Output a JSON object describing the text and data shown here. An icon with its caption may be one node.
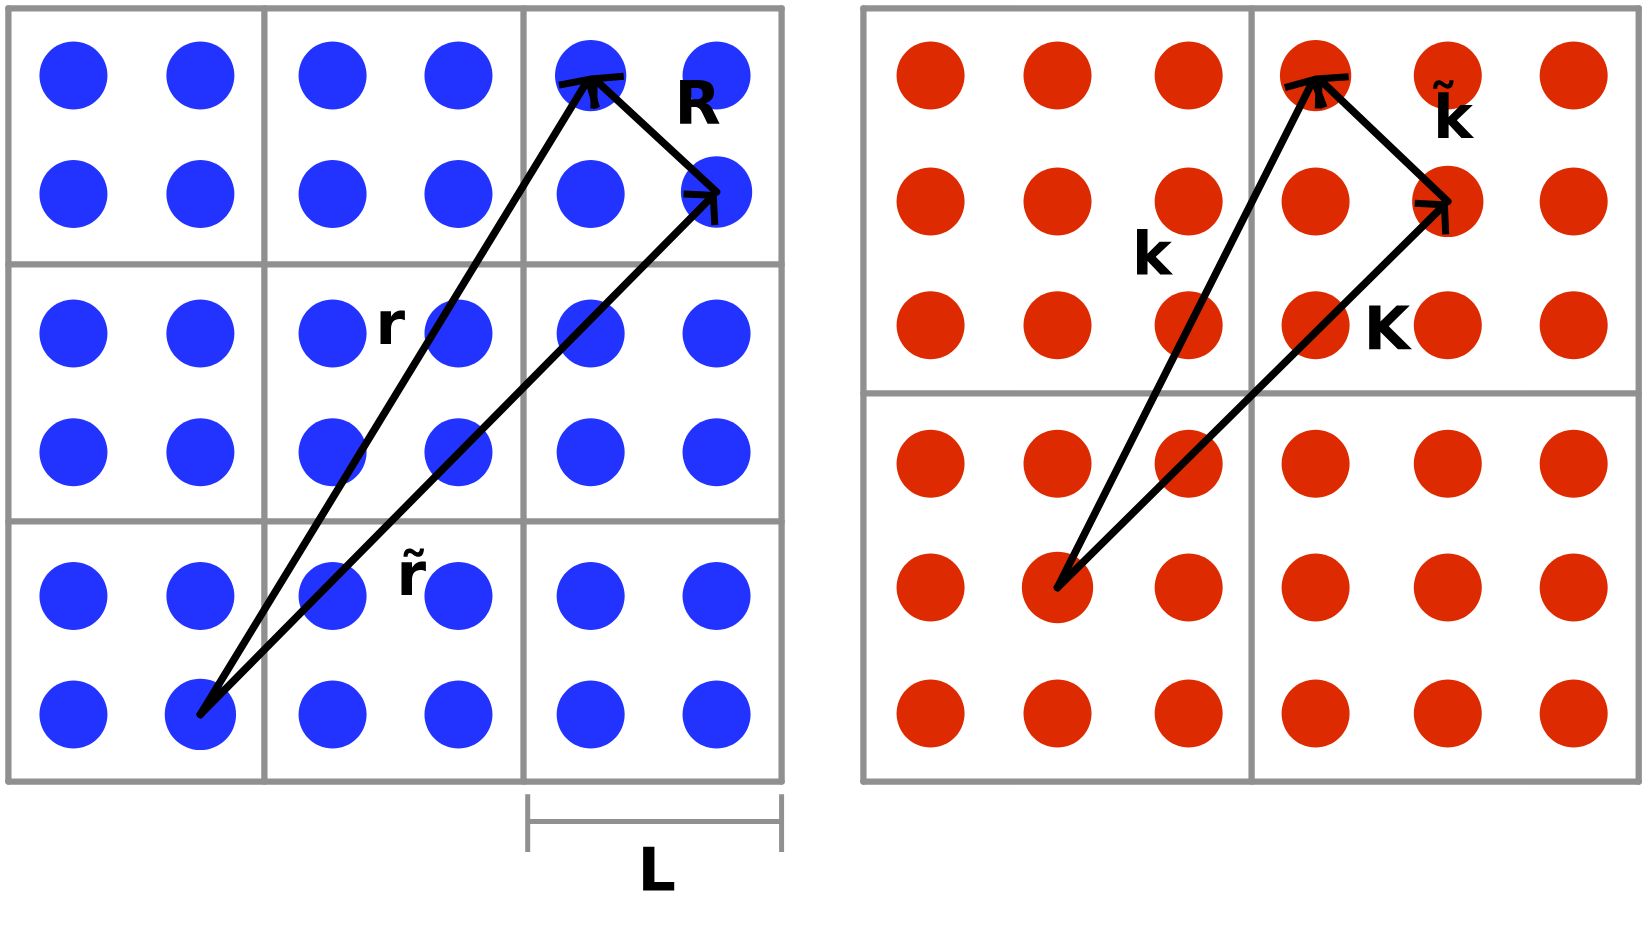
{
  "diagram": {
    "nodes": [
      {
        "text": [],
        "shape": "circle"
      },
      {
        "text": [],
        "shape": "circle"
      },
      {
        "text": [],
        "shape": "circle"
      },
      {
        "text": [],
        "shape": "circle"
      },
      {
        "text": [],
        "shape": "circle"
      },
      {
        "text": [],
        "shape": "circle"
      }
    ],
    "edges": [
      {
        "from": 0,
        "to": 1,
        "arrow": "to",
        "label": "r"
      },
      {
        "from": 0,
        "to": 2,
        "arrow": "to",
        "label": "r̃"
      },
      {
        "from": 2,
        "to": 1,
        "arrow": "to",
        "label": "R"
      },
      {
        "from": 3,
        "to": 4,
        "arrow": "to",
        "label": "k"
      },
      {
        "from": 3,
        "to": 5,
        "arrow": "to",
        "label": "K"
      },
      {
        "from": 5,
        "to": 4,
        "arrow": "to",
        "label": "k̃"
      }
    ],
    "labels": [
      "L"
    ]
  }
}
